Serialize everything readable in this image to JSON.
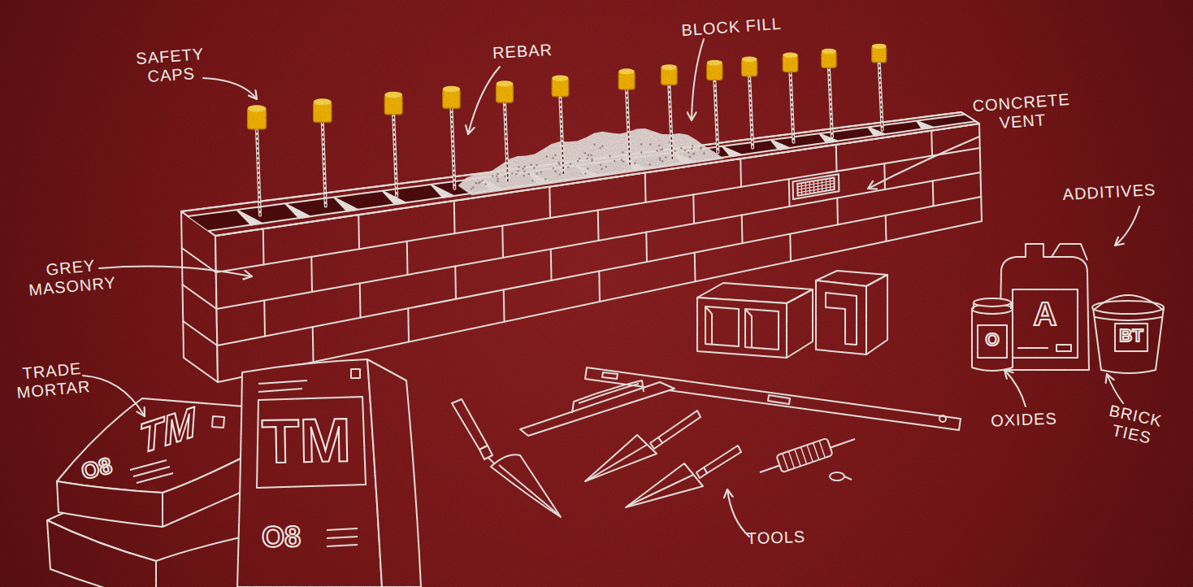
{
  "diagram": {
    "labels": [
      "SAFETY CAPS",
      "REBAR",
      "BLOCK FILL",
      "CONCRETE VENT",
      "ADDITIVES",
      "GREY MASONRY",
      "TRADE MORTAR",
      "OXIDES",
      "BRICK TIES",
      "TOOLS",
      "TM",
      "O8",
      "TM",
      "O8",
      "A",
      "O",
      "BT"
    ]
  }
}
